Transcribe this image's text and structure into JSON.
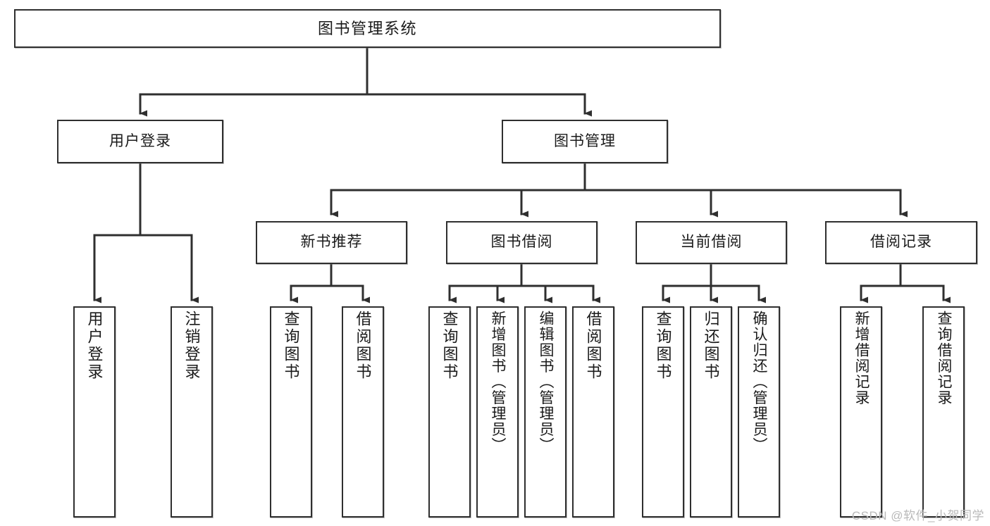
{
  "diagram": {
    "title": "图书管理系统",
    "type": "tree",
    "watermark": "CSDN @软件_小贺同学",
    "edge_color": "#2f2f2f",
    "box_border_color": "#2f2f2f",
    "background_color": "#ffffff",
    "levels": {
      "root": {
        "label": "图书管理系统"
      },
      "level2": [
        {
          "label": "用户登录"
        },
        {
          "label": "图书管理"
        }
      ],
      "level3": [
        {
          "label": "新书推荐"
        },
        {
          "label": "图书借阅"
        },
        {
          "label": "当前借阅"
        },
        {
          "label": "借阅记录"
        }
      ],
      "leaves": {
        "user_login": [
          {
            "label": "用户登录"
          },
          {
            "label": "注销登录"
          }
        ],
        "new_book_recommend": [
          {
            "label": "查询图书"
          },
          {
            "label": "借阅图书"
          }
        ],
        "book_borrow": [
          {
            "label": "查询图书"
          },
          {
            "label": "新增图书（管理员）"
          },
          {
            "label": "编辑图书（管理员）"
          },
          {
            "label": "借阅图书"
          }
        ],
        "current_borrow": [
          {
            "label": "查询图书"
          },
          {
            "label": "归还图书"
          },
          {
            "label": "确认归还（管理员）"
          }
        ],
        "borrow_record": [
          {
            "label": "新增借阅记录"
          },
          {
            "label": "查询借阅记录"
          }
        ]
      }
    }
  }
}
